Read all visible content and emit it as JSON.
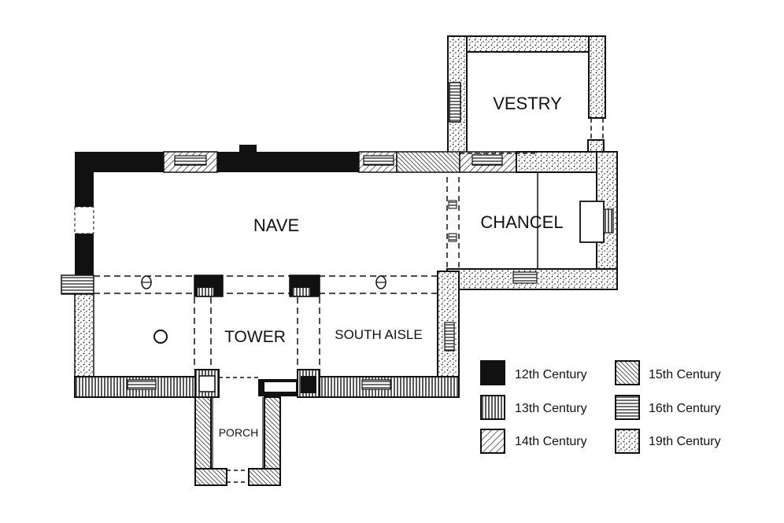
{
  "rooms": {
    "nave": "NAVE",
    "chancel": "CHANCEL",
    "vestry": "VESTRY",
    "tower": "TOWER",
    "south_aisle": "SOUTH AISLE",
    "porch": "PORCH"
  },
  "legend": [
    {
      "label": "12th Century",
      "pattern": "solid-black"
    },
    {
      "label": "13th Century",
      "pattern": "vertical-lines"
    },
    {
      "label": "14th Century",
      "pattern": "diagonal-lines"
    },
    {
      "label": "15th Century",
      "pattern": "dense-diagonal-lines"
    },
    {
      "label": "16th Century",
      "pattern": "horizontal-lines"
    },
    {
      "label": "19th Century",
      "pattern": "stipple-dots"
    }
  ]
}
